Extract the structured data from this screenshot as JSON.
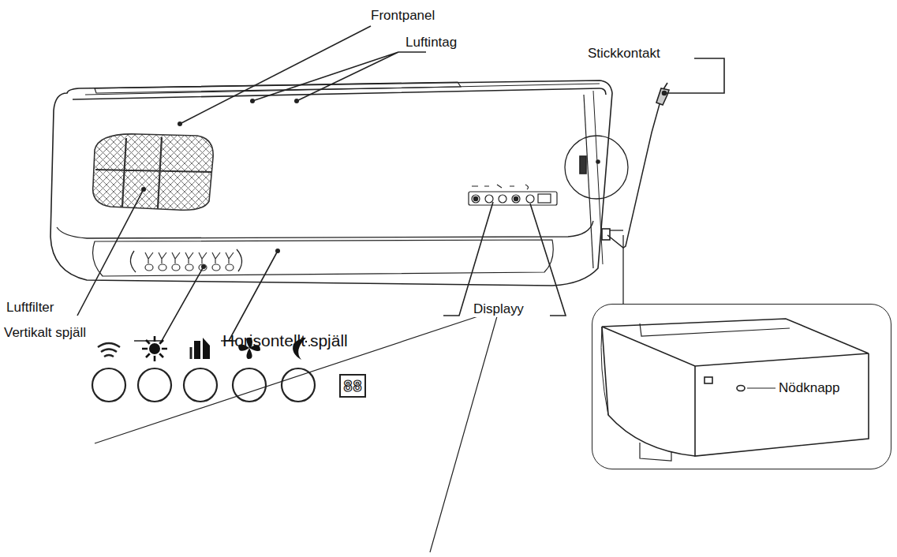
{
  "diagram": {
    "nodes": [
      {
        "text": [
          "Nödknapp"
        ]
      },
      {
        "text": [
          "88"
        ]
      }
    ],
    "labels": [
      "Frontpanel",
      "Luftintag",
      "Stickkontakt",
      "Luftfilter",
      "Vertikalt spjäll",
      "Horisontellt spjäll",
      "Display",
      "Display"
    ]
  }
}
